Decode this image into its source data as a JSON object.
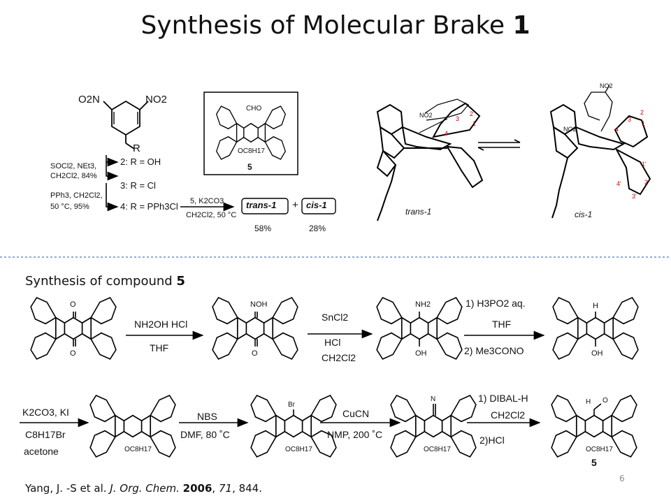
{
  "slide": {
    "title_prefix": "Synthesis of Molecular Brake ",
    "title_bold": "1",
    "page_number": "6"
  },
  "top_scheme": {
    "no2_left": "O2N",
    "no2_right": "NO2",
    "r_label": "R",
    "reagent1_a": "SOCl2, NEt3,",
    "reagent1_b": "CH2Cl2, 84%",
    "reagent2_a": "PPh3, CH2Cl2,",
    "reagent2_b": "50 °C, 95%",
    "cmpd2": "2: R = OH",
    "cmpd3": "3: R = Cl",
    "cmpd4": "4: R = PPh3Cl",
    "box_cho": "CHO",
    "box_oc8": "OC8H17",
    "box_label": "5",
    "arrow_reagent_a": "5, K2CO3",
    "arrow_reagent_b": "CH2Cl2, 50 °C",
    "trans_label": "trans-1",
    "plus": "+",
    "cis_label": "cis-1",
    "trans_yield": "58%",
    "cis_yield": "28%",
    "trans_caption": "trans-1",
    "cis_caption": "cis-1",
    "trans_no2": "NO2",
    "cis_no2a": "NO2",
    "cis_no2b": "NO2",
    "num_3": "3",
    "num_2": "2",
    "num_1": "1",
    "num_4": "4",
    "cis_3": "3",
    "cis_2": "2",
    "cis_1": "1",
    "cis_4": "4",
    "cis_1p": "1'",
    "cis_2p": "2'",
    "cis_3p": "3'",
    "cis_4p": "4'"
  },
  "section": {
    "text": "Synthesis of compound ",
    "bold": "5"
  },
  "steps_row1": {
    "s1_top": "NH2OH HCl",
    "s1_bot": "THF",
    "s2_top": "SnCl2",
    "s2_bot_a": "HCl",
    "s2_bot_b": "CH2Cl2",
    "s3_top_a": "1) H3PO2 aq.",
    "s3_top_b": "THF",
    "s3_bot": "2) Me3CONO",
    "m1_o_top": "O",
    "m1_o_bot": "O",
    "m2_noh": "NOH",
    "m2_o": "O",
    "m3_nh2": "NH2",
    "m3_oh": "OH",
    "m4_h": "H",
    "m4_oh": "OH"
  },
  "steps_row2": {
    "s4_top": "K2CO3, KI",
    "s4_bot_a": "C8H17Br",
    "s4_bot_b": "acetone",
    "s5_top": "NBS",
    "s5_bot": "DMF, 80 ˚C",
    "s6_top": "CuCN",
    "s6_bot": "NMP, 200 ˚C",
    "s7_top_a": "1) DIBAL-H",
    "s7_top_b": "CH2Cl2",
    "s7_bot": "2)HCl",
    "m5_oc8": "OC8H17",
    "m6_br": "Br",
    "m6_oc8": "OC8H17",
    "m7_n": "N",
    "m7_oc8": "OC8H17",
    "m8_h": "H",
    "m8_o": "O",
    "m8_oc8": "OC8H17",
    "final_label": "5"
  },
  "citation": {
    "authors": "Yang, J. -S et al. ",
    "journal": "J. Org. Chem.",
    "year": "2006",
    "volume": "71",
    "pages": ", 844."
  }
}
